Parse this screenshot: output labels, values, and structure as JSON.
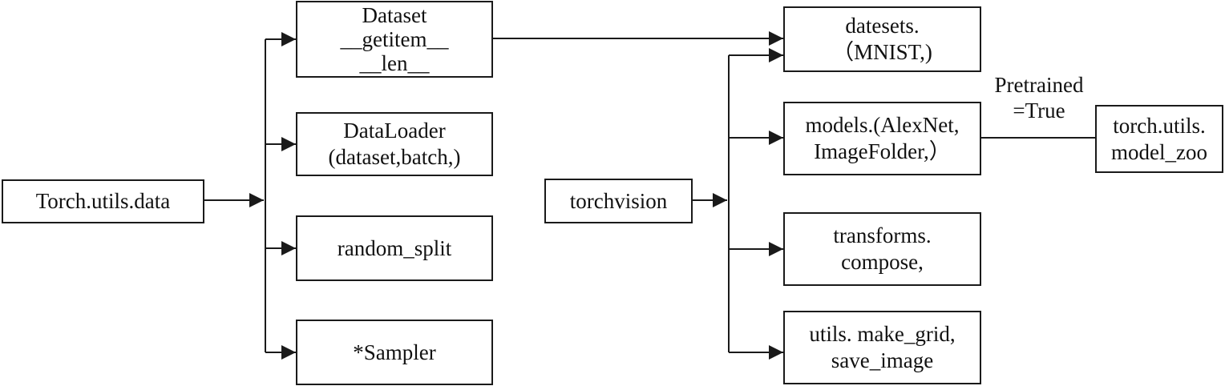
{
  "left": {
    "root": "Torch.utils.data",
    "dataset": {
      "line1": "Dataset",
      "line2": "__getitem__",
      "line3": "__len__"
    },
    "dataloader": {
      "line1": "DataLoader",
      "line2": "(dataset,batch,)"
    },
    "random_split": "random_split",
    "sampler": "*Sampler"
  },
  "right": {
    "root": "torchvision",
    "datasets": {
      "line1": "datesets.",
      "line2": "（MNIST,)"
    },
    "models": {
      "line1": "models.(AlexNet,",
      "line2": "ImageFolder,）"
    },
    "transforms": {
      "line1": "transforms.",
      "line2": "compose,"
    },
    "utils": {
      "line1": "utils. make_grid,",
      "line2": "save_image"
    },
    "model_zoo": {
      "line1": "torch.utils.",
      "line2": "model_zoo"
    },
    "edge_label": {
      "line1": "Pretrained",
      "line2": "=True"
    }
  }
}
